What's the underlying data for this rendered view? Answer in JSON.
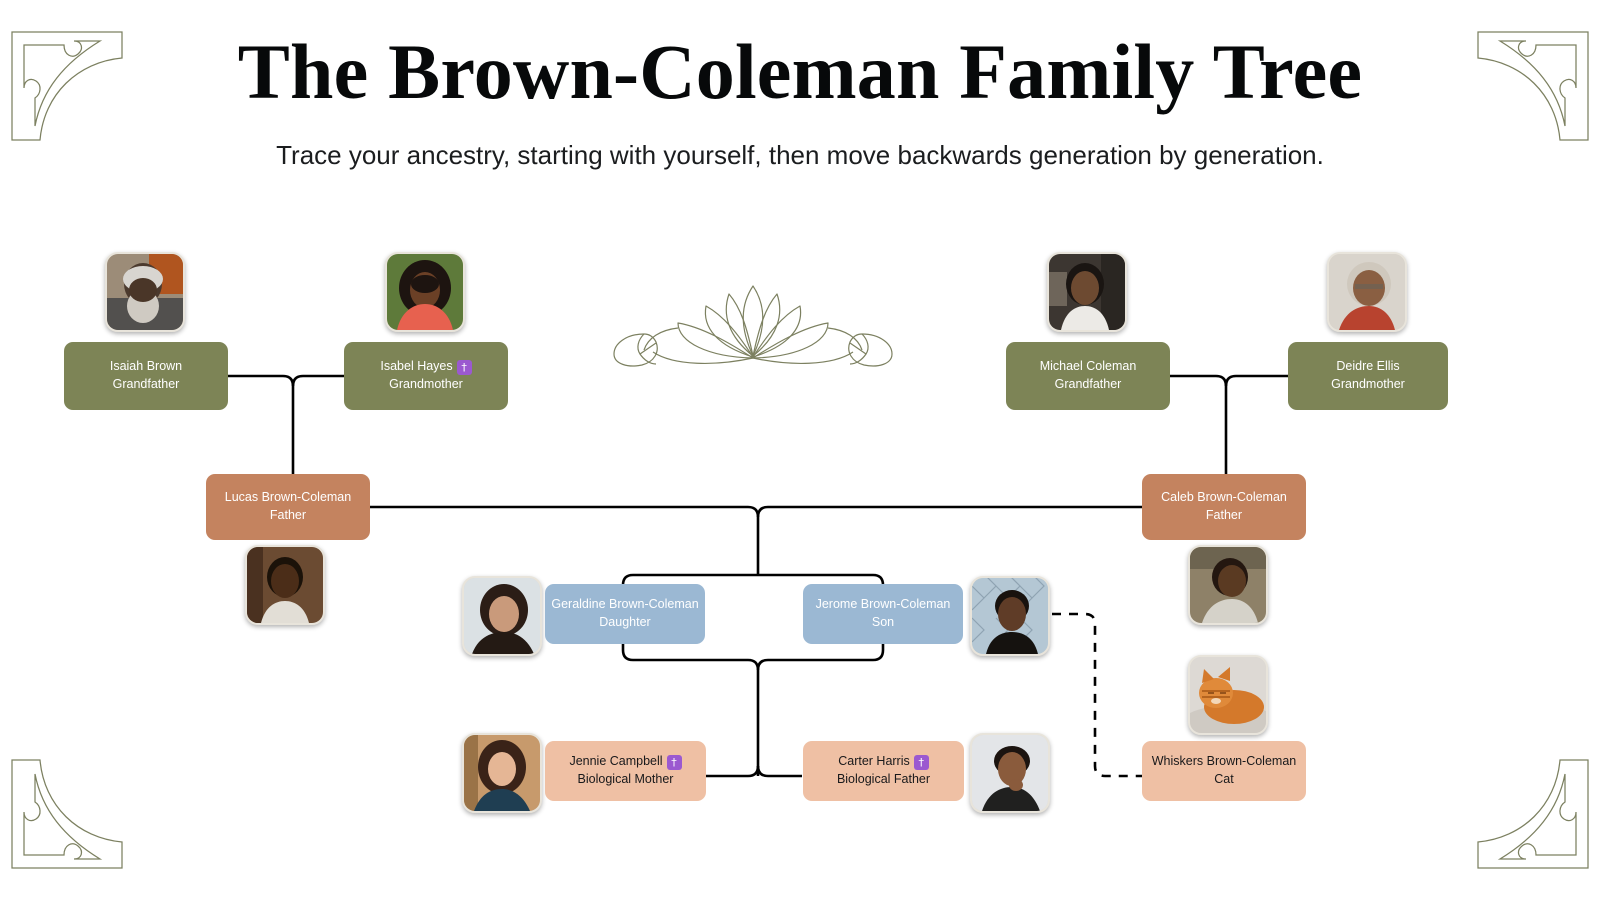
{
  "header": {
    "title": "The Brown-Coleman Family Tree",
    "subtitle": "Trace your ancestry, starting with yourself, then move backwards generation by generation."
  },
  "ornaments": {
    "corner_top_left": "corner-flourish-ornament",
    "corner_top_right": "corner-flourish-ornament",
    "corner_bottom_left": "corner-flourish-ornament",
    "corner_bottom_right": "corner-flourish-ornament",
    "center_divider": "lotus-flower-ornament"
  },
  "colors": {
    "grandparent_card": "#7d8456",
    "parent_card": "#c4835f",
    "child_card": "#9bb8d3",
    "biological_card": "#efc0a4",
    "pet_card": "#efc0a4",
    "ornament_line": "#7c8060",
    "connector_line": "#000000",
    "deceased_badge": "#9b59d0"
  },
  "deceased_marker": "†",
  "people": [
    {
      "id": "isaiah-brown",
      "name": "Isaiah Brown",
      "role": "Grandfather",
      "generation": "grandparent",
      "deceased": false,
      "photo": "elderly-man-portrait"
    },
    {
      "id": "isabel-hayes",
      "name": "Isabel Hayes",
      "role": "Grandmother",
      "generation": "grandparent",
      "deceased": true,
      "photo": "smiling-woman-portrait"
    },
    {
      "id": "michael-coleman",
      "name": "Michael Coleman",
      "role": "Grandfather",
      "generation": "grandparent",
      "deceased": false,
      "photo": "middle-aged-man-portrait"
    },
    {
      "id": "deidre-ellis",
      "name": "Deidre Ellis",
      "role": "Grandmother",
      "generation": "grandparent",
      "deceased": false,
      "photo": "laughing-elderly-woman-portrait"
    },
    {
      "id": "lucas-brown-coleman",
      "name": "Lucas Brown-Coleman",
      "role": "Father",
      "generation": "parent",
      "deceased": false,
      "photo": "young-man-portrait"
    },
    {
      "id": "caleb-brown-coleman",
      "name": "Caleb Brown-Coleman",
      "role": "Father",
      "generation": "parent",
      "deceased": false,
      "photo": "man-in-hoodie-portrait"
    },
    {
      "id": "geraldine-brown-coleman",
      "name": "Geraldine Brown-Coleman",
      "role": "Daughter",
      "generation": "child",
      "deceased": false,
      "photo": "young-woman-portrait"
    },
    {
      "id": "jerome-brown-coleman",
      "name": "Jerome Brown-Coleman",
      "role": "Son",
      "generation": "child",
      "deceased": false,
      "photo": "teen-boy-portrait"
    },
    {
      "id": "jennie-campbell",
      "name": "Jennie Campbell",
      "role": "Biological Mother",
      "generation": "biological",
      "deceased": true,
      "photo": "woman-smiling-portrait"
    },
    {
      "id": "carter-harris",
      "name": "Carter Harris",
      "role": "Biological Father",
      "generation": "biological",
      "deceased": true,
      "photo": "man-thinking-portrait"
    },
    {
      "id": "whiskers-brown-coleman",
      "name": "Whiskers Brown-Coleman",
      "role": "Cat",
      "generation": "pet",
      "deceased": false,
      "photo": "orange-tabby-cat"
    }
  ]
}
